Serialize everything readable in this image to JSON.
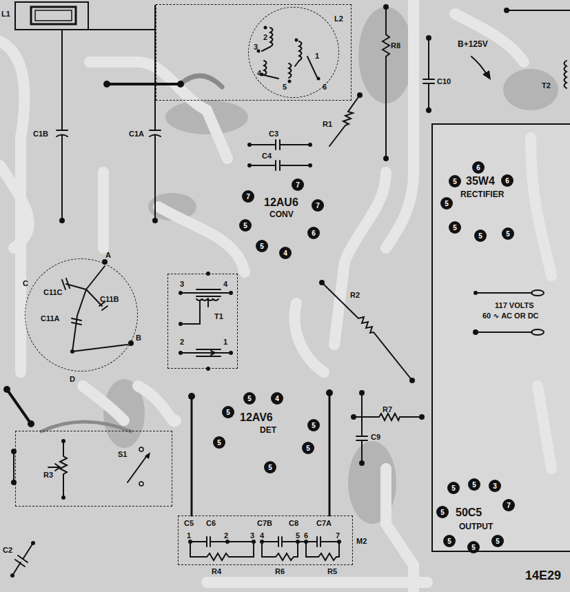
{
  "diagram": {
    "nodes": [
      {
        "text": [
          "L2"
        ]
      },
      {
        "text": [
          "2",
          "3",
          "4",
          "1",
          "5",
          "6"
        ],
        "in": 0
      },
      {
        "text": [
          "7"
        ]
      },
      {
        "text": [
          "7"
        ]
      },
      {
        "text": [
          "7"
        ]
      },
      {
        "text": [
          "5"
        ]
      },
      {
        "text": [
          "6"
        ]
      },
      {
        "text": [
          "5"
        ]
      },
      {
        "text": [
          "4"
        ]
      },
      {
        "text": [
          "6"
        ]
      },
      {
        "text": [
          "5"
        ]
      },
      {
        "text": [
          "6"
        ]
      },
      {
        "text": [
          "5"
        ]
      },
      {
        "text": [
          "5"
        ]
      },
      {
        "text": [
          "5"
        ]
      },
      {
        "text": [
          "5"
        ]
      },
      {
        "text": [
          "A",
          "C",
          "C11C",
          "C11B",
          "C11A",
          "B",
          "D"
        ]
      },
      {
        "text": [
          "3",
          "4",
          "T1",
          "2",
          "1"
        ]
      },
      {
        "text": [
          "5"
        ]
      },
      {
        "text": [
          "4"
        ]
      },
      {
        "text": [
          "5"
        ]
      },
      {
        "text": [
          "5"
        ]
      },
      {
        "text": [
          "5"
        ]
      },
      {
        "text": [
          "5"
        ]
      },
      {
        "text": [
          "5"
        ]
      },
      {
        "text": [
          "R3",
          "S1"
        ]
      },
      {
        "text": [
          "5"
        ]
      },
      {
        "text": [
          "5"
        ]
      },
      {
        "text": [
          "3"
        ]
      },
      {
        "text": [
          "5"
        ]
      },
      {
        "text": [
          "7"
        ]
      },
      {
        "text": [
          "5"
        ]
      },
      {
        "text": [
          "5"
        ]
      },
      {
        "text": [
          "5"
        ]
      },
      {
        "text": [
          "C5",
          "C6",
          "C7B",
          "C8",
          "C7A",
          "1",
          "2",
          "3",
          "4",
          "5",
          "6",
          "7",
          "M2",
          "R4",
          "R6",
          "R5"
        ]
      }
    ],
    "labels": [
      "L1",
      "C1B",
      "C1A",
      "R8",
      "C10",
      "B+125V",
      "T2",
      "C3",
      "C4",
      "R1",
      "12AU6",
      "CONV",
      "35W4",
      "RECTIFIER",
      "R2",
      "117 VOLTS",
      "60 ∿ AC OR DC",
      "12AV6",
      "DET",
      "R7",
      "C9",
      "50C5",
      "OUTPUT",
      "C2",
      "14E29"
    ]
  }
}
